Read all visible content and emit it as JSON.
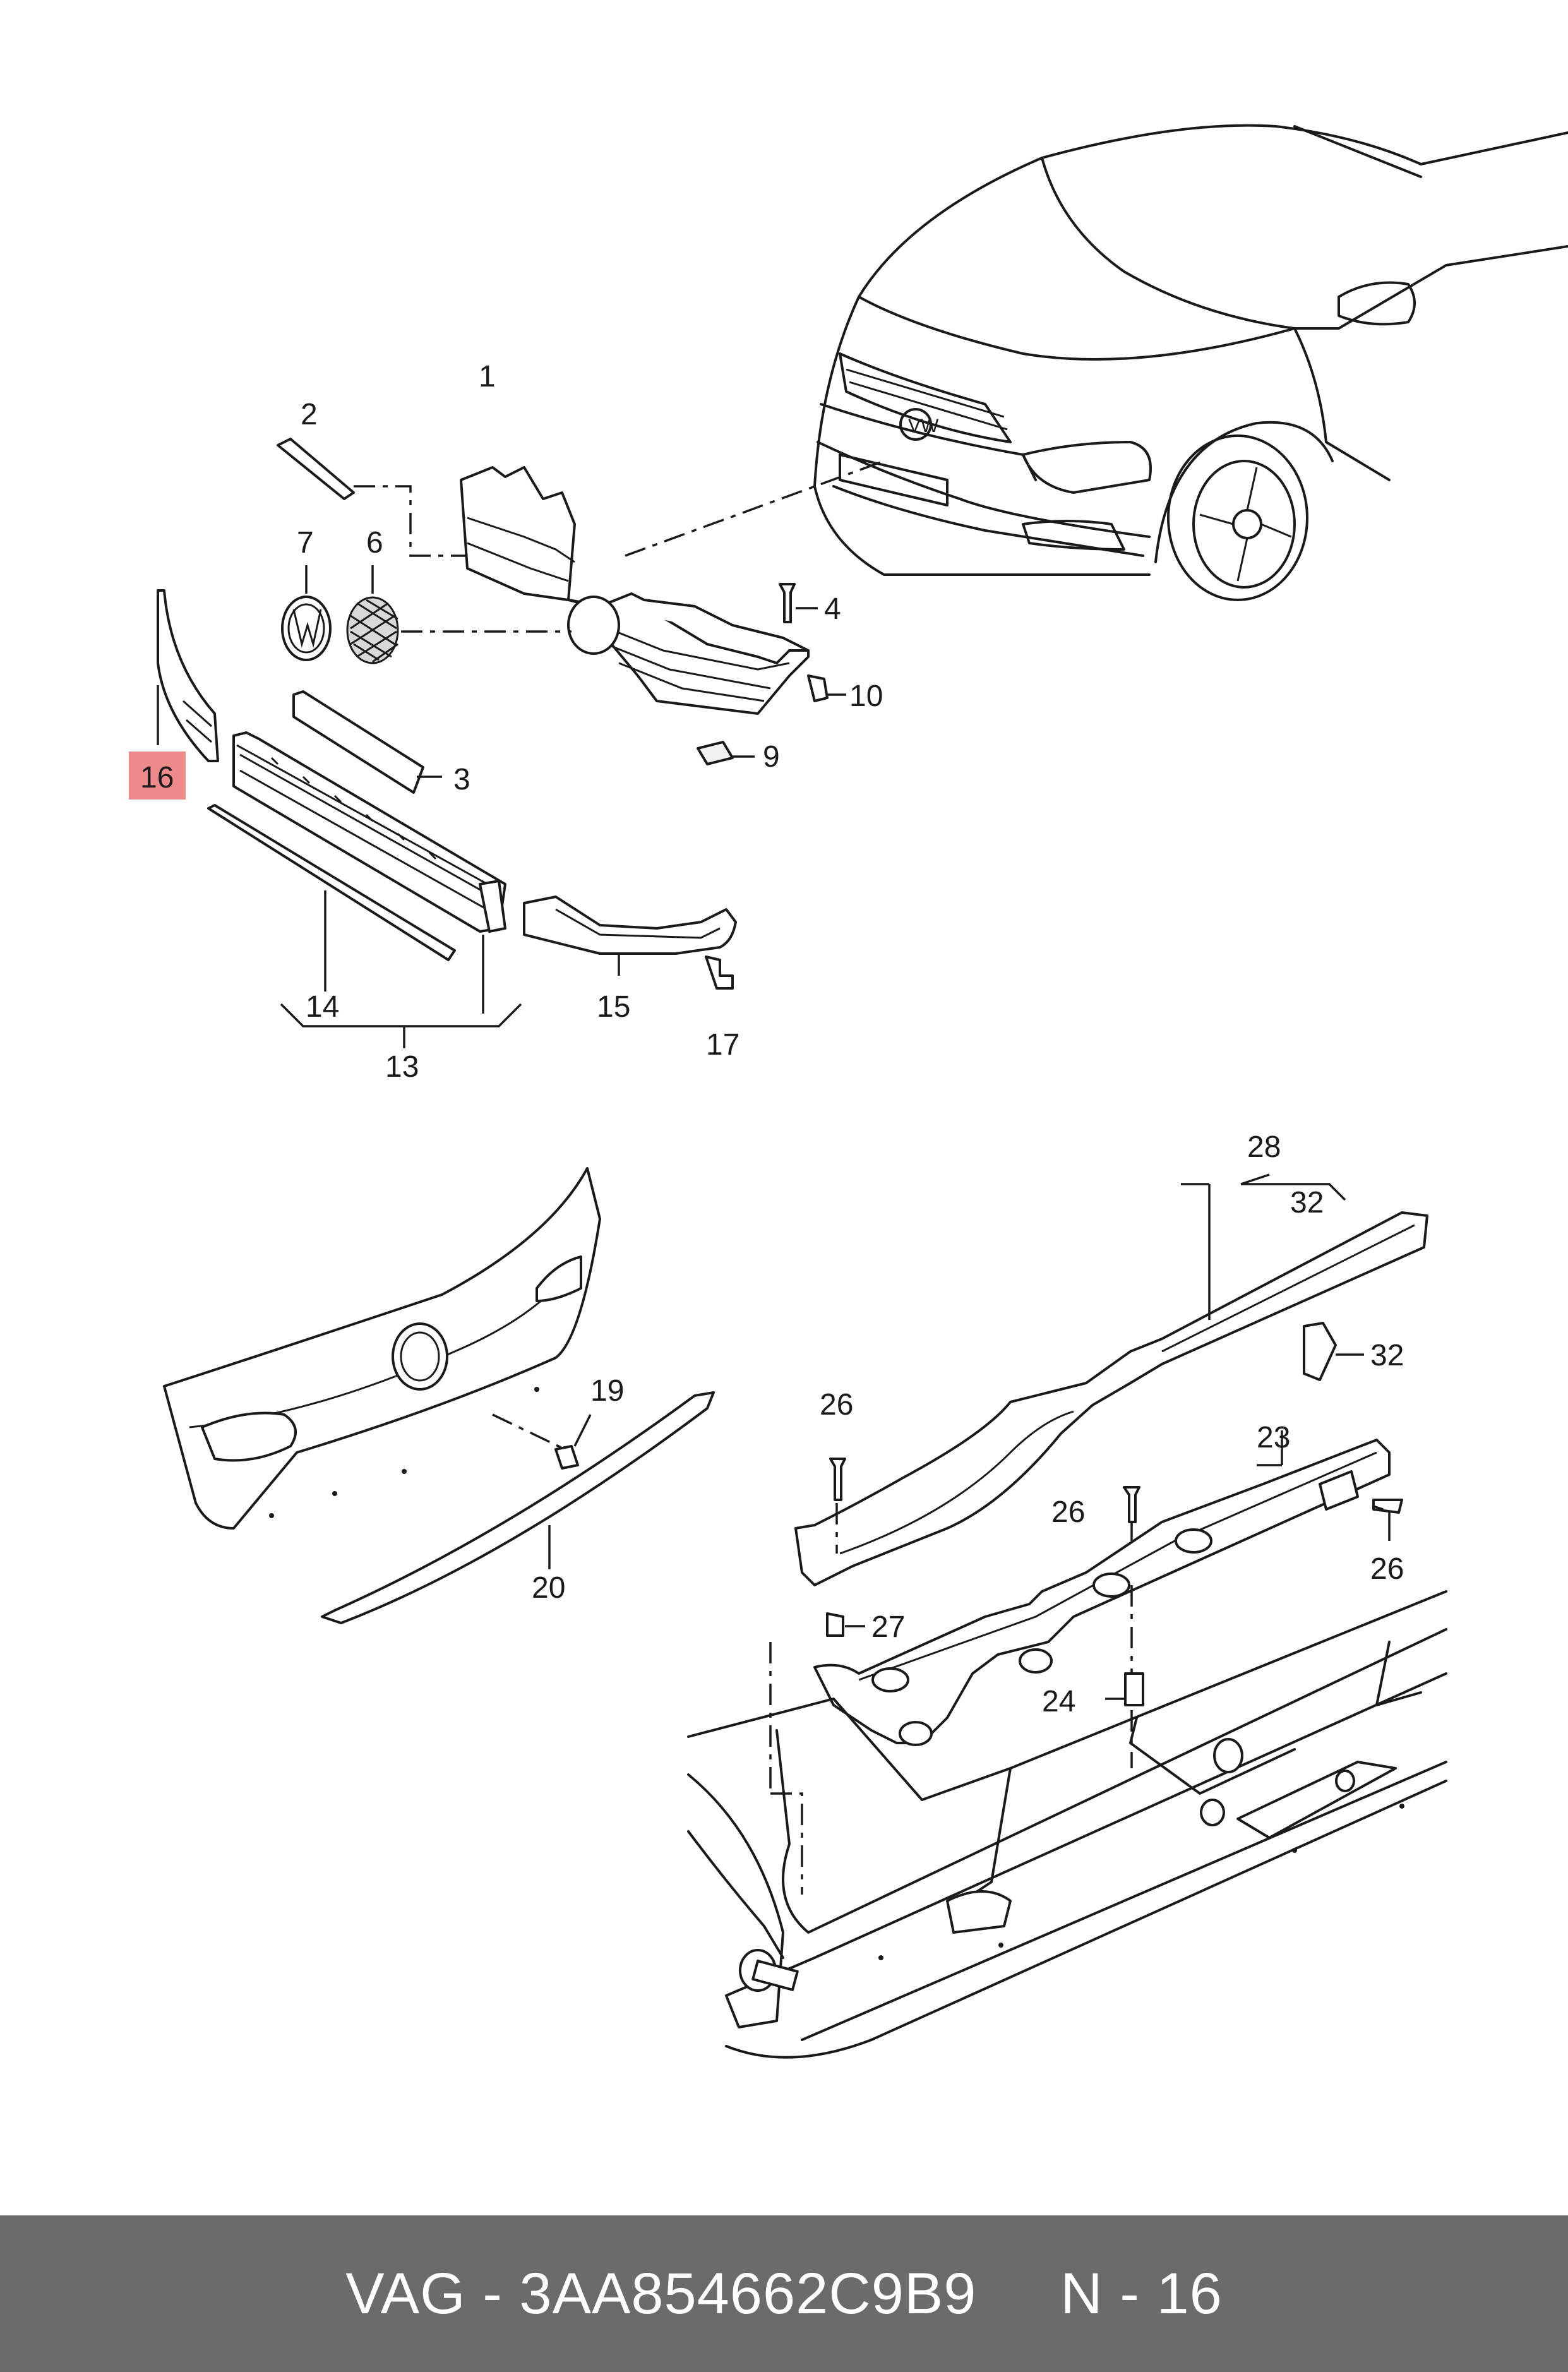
{
  "highlight": {
    "label": "16",
    "color": "#ef8a8a"
  },
  "callouts": {
    "c1": "1",
    "c2": "2",
    "c3": "3",
    "c4": "4",
    "c6": "6",
    "c7": "7",
    "c9": "9",
    "c10": "10",
    "c13": "13",
    "c14": "14",
    "c15": "15",
    "c17": "17",
    "c19": "19",
    "c20": "20",
    "c23": "23",
    "c24": "24",
    "c26a": "26",
    "c26b": "26",
    "c26c": "26",
    "c27": "27",
    "c28": "28",
    "c32a": "32",
    "c32b": "32"
  },
  "footer": {
    "text": "VAG - 3AA854662C9B9     N - 16",
    "background": "#6b6b6b",
    "text_color": "#ffffff"
  }
}
